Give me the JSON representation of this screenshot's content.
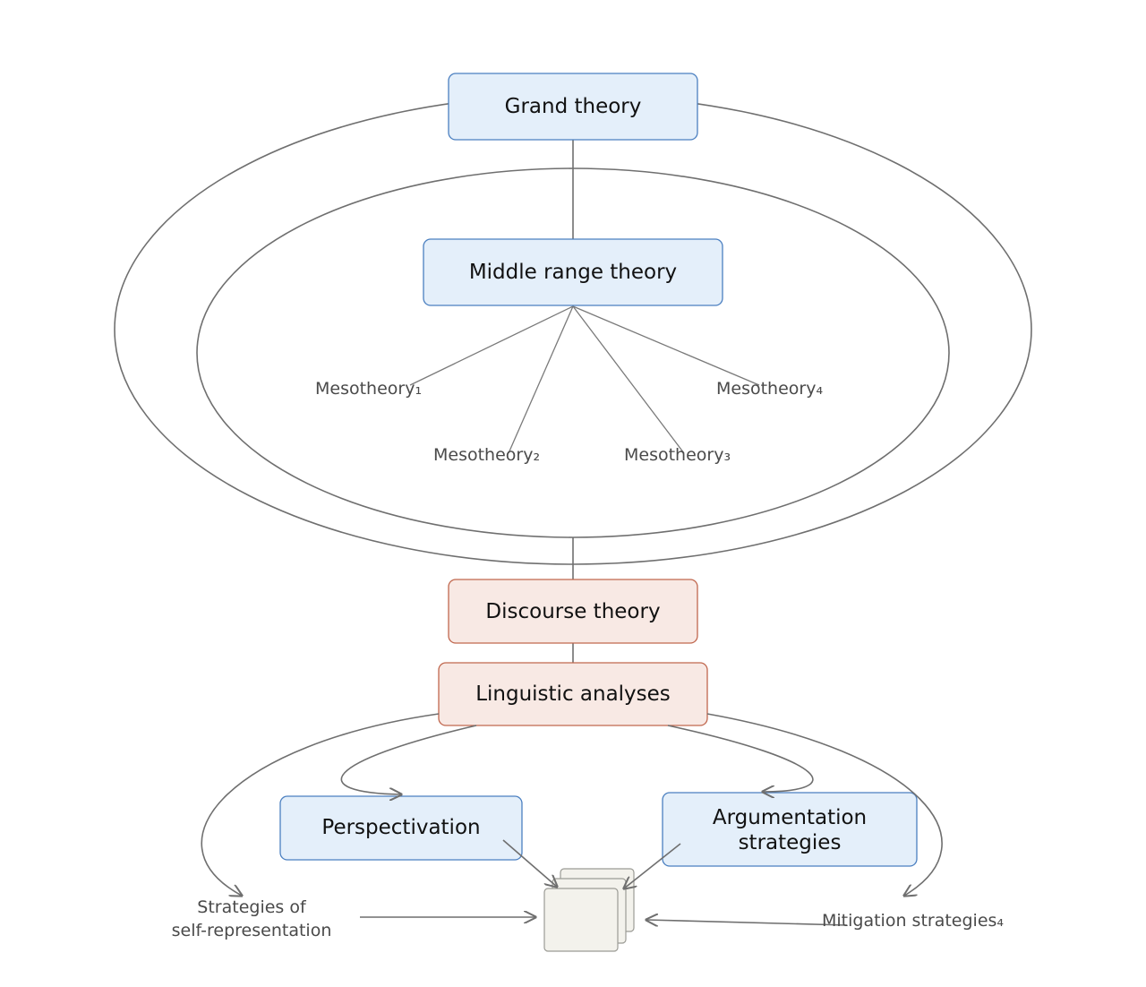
{
  "nodes": {
    "grand_theory": "Grand theory",
    "middle_range_theory": "Middle range theory",
    "discourse_theory": "Discourse theory",
    "linguistic_analyses": "Linguistic analyses",
    "perspectivation": "Perspectivation",
    "argumentation_line1": "Argumentation",
    "argumentation_line2": "strategies"
  },
  "labels": {
    "meso1": "Mesotheory₁",
    "meso2": "Mesotheory₂",
    "meso3": "Mesotheory₃",
    "meso4": "Mesotheory₄",
    "self_rep_line1": "Strategies of",
    "self_rep_line2": "self-representation",
    "mitigation": "Mitigation strategies₄"
  },
  "colors": {
    "blue_fill": "#e4effa",
    "blue_stroke": "#4a7fc0",
    "red_fill": "#f8e9e4",
    "red_stroke": "#c0674e",
    "doc_fill": "#f3f2ec",
    "doc_stroke": "#9b9b95",
    "line": "#6f6f6f"
  }
}
